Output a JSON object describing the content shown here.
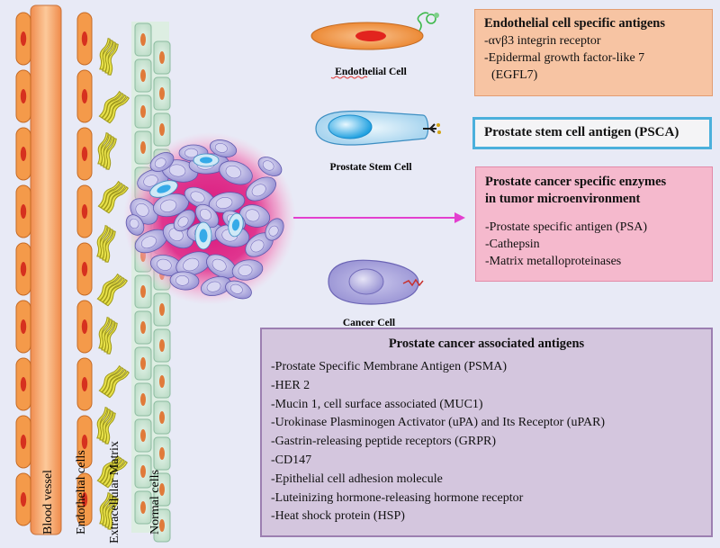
{
  "labels": {
    "blood_vessel": "Blood vessel",
    "endothelial_cells": "Endothelial cells",
    "extracellular_matrix": "Extracellular Matrix",
    "normal_cells": "Normal cells",
    "endothelial_cell": "Endothelial Cell",
    "prostate_stem_cell": "Prostate Stem Cell",
    "cancer_cell": "Cancer Cell"
  },
  "boxes": {
    "endothelial": {
      "title": "Endothelial cell specific antigens",
      "items": [
        "-αvβ3 integrin receptor",
        "-Epidermal growth factor-like 7",
        "(EGFL7)"
      ]
    },
    "psca": {
      "title": "Prostate stem cell antigen (PSCA)"
    },
    "enzymes": {
      "title_line1": "Prostate cancer specific enzymes",
      "title_line2": "in tumor microenvironment",
      "items": [
        "-Prostate specific antigen (PSA)",
        "-Cathepsin",
        "-Matrix metalloproteinases"
      ]
    },
    "associated": {
      "title": "Prostate cancer associated antigens",
      "items": [
        "-Prostate Specific Membrane Antigen (PSMA)",
        "-HER 2",
        "-Mucin 1, cell surface associated (MUC1)",
        "-Urokinase Plasminogen Activator (uPA) and Its Receptor (uPAR)",
        "-Gastrin-releasing peptide receptors (GRPR)",
        "-CD147",
        "-Epithelial cell adhesion molecule",
        "-Luteinizing hormone-releasing hormone receptor",
        "-Heat shock protein (HSP)"
      ]
    }
  },
  "colors": {
    "vessel": "#f5a86e",
    "endothelial": "#f49a4a",
    "ecm": "#e8e14a",
    "normal_cell": "#c9e6d2",
    "tumor_halo": "#e0358f",
    "cancer_cell": "#aaa6dc",
    "stem_cell": "#c8e3f3",
    "arrow": "#e33fcf"
  }
}
